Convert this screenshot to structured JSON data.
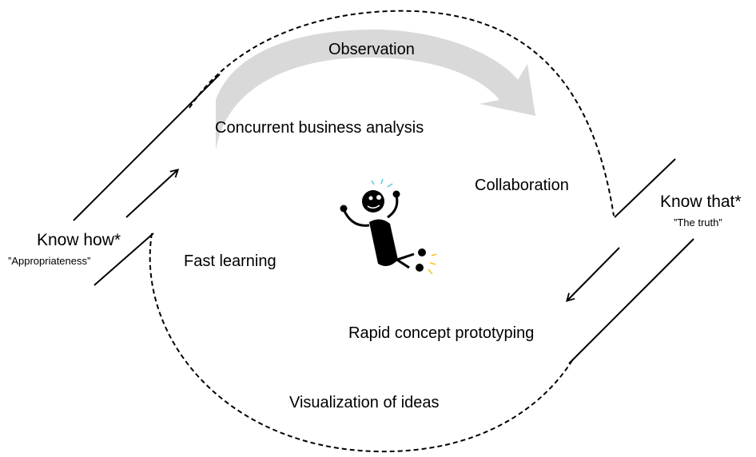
{
  "diagram": {
    "activities": {
      "observation": "Observation",
      "concurrent_business_analysis": "Concurrent business analysis",
      "collaboration": "Collaboration",
      "fast_learning": "Fast learning",
      "rapid_concept_prototyping": "Rapid concept prototyping",
      "visualization_of_ideas": "Visualization of ideas"
    },
    "know_how": {
      "label": "Know how*",
      "sublabel": "”Appropriateness”"
    },
    "know_that": {
      "label": "Know that*",
      "sublabel": "”The truth”"
    },
    "central_figure": "running-stick-figure-icon",
    "colors": {
      "curved_arrow": "#d9d9d9",
      "lines": "#000000",
      "sparks_blue": "#5bc8e6",
      "sparks_yellow": "#f5c518"
    }
  }
}
